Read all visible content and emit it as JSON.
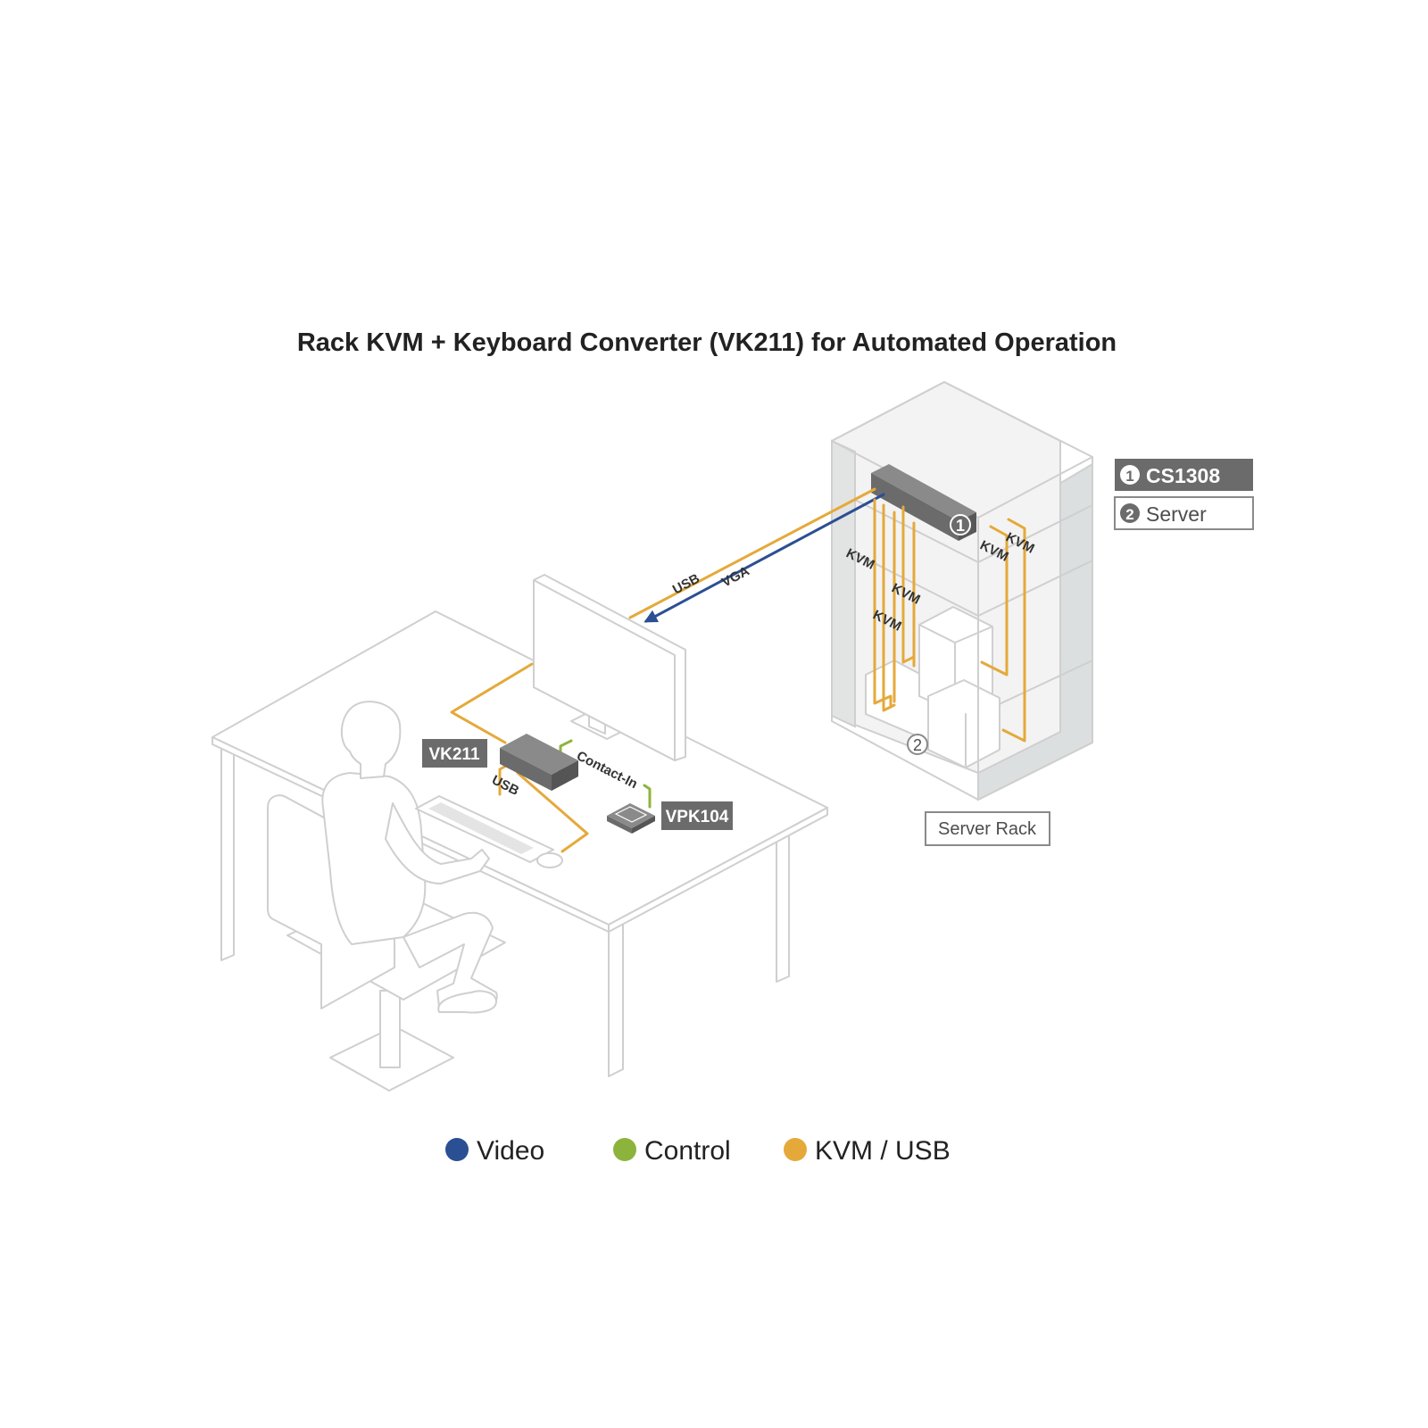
{
  "title": "Rack KVM + Keyboard Converter (VK211) for Automated Operation",
  "colors": {
    "video": "#2b4f93",
    "control": "#8cb43c",
    "kvm_usb": "#e5a93a",
    "device_gray": "#6b6b6b",
    "outline_gray": "#cfcfcf"
  },
  "devices": {
    "rack_kvm": {
      "badge": "1",
      "label": "CS1308"
    },
    "server": {
      "badge": "2",
      "label": "Server"
    },
    "converter": {
      "label": "VK211"
    },
    "keypad": {
      "label": "VPK104"
    },
    "server_rack": {
      "label": "Server Rack"
    }
  },
  "markers": {
    "one": "1",
    "two": "2"
  },
  "cables": {
    "usb_monitor": "USB",
    "vga_monitor": "VGA",
    "usb_desk": "USB",
    "contact_in": "Contact-In",
    "kvm_1": "KVM",
    "kvm_2": "KVM",
    "kvm_3": "KVM",
    "kvm_4": "KVM",
    "kvm_5": "KVM"
  },
  "legend": [
    {
      "label": "Video",
      "color": "#2b4f93"
    },
    {
      "label": "Control",
      "color": "#8cb43c"
    },
    {
      "label": "KVM / USB",
      "color": "#e5a93a"
    }
  ]
}
